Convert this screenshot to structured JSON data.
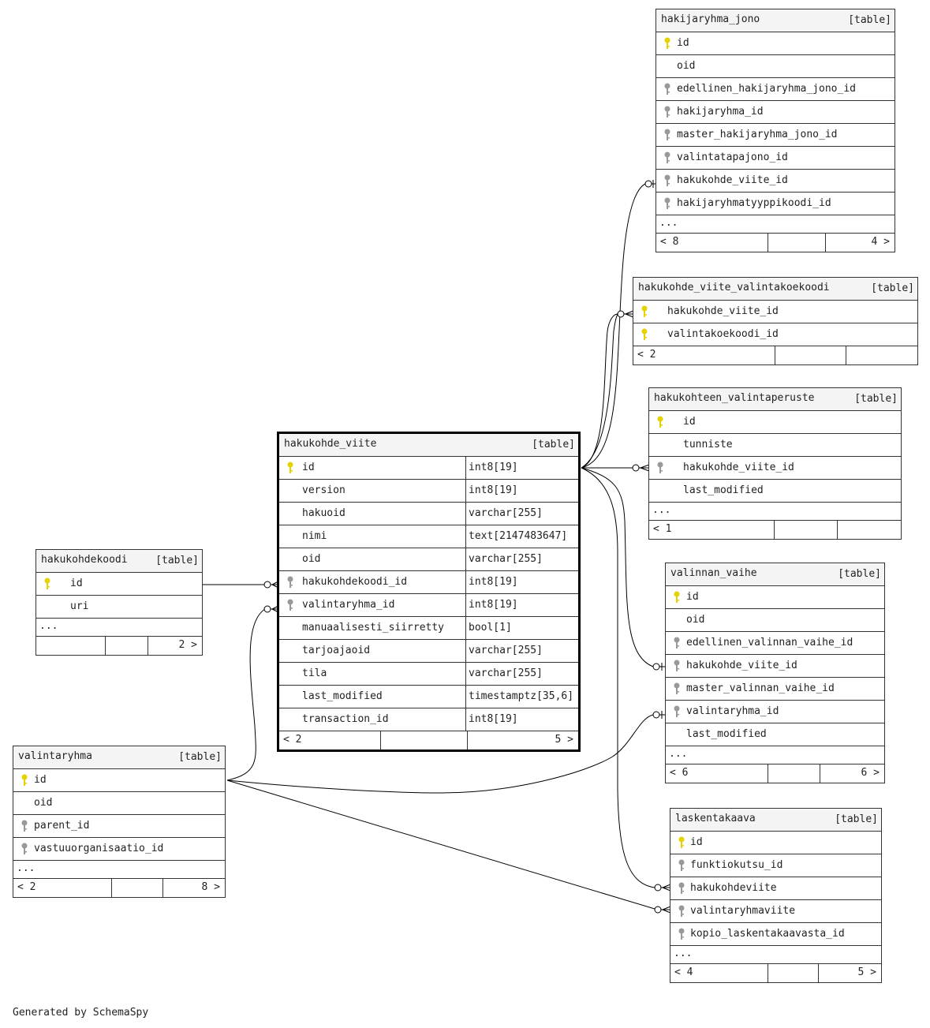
{
  "colors": {
    "primary_key": "#e6d200",
    "foreign_key": "#999999",
    "header_bg": "#f4f4f4",
    "border": "#333333",
    "edge": "#000000"
  },
  "tables": {
    "hakukohde_viite": {
      "name": "hakukohde_viite",
      "kind": "[table]",
      "columns": [
        {
          "name": "id",
          "type": "int8[19]",
          "key": "pk"
        },
        {
          "name": "version",
          "type": "int8[19]",
          "key": ""
        },
        {
          "name": "hakuoid",
          "type": "varchar[255]",
          "key": ""
        },
        {
          "name": "nimi",
          "type": "text[2147483647]",
          "key": ""
        },
        {
          "name": "oid",
          "type": "varchar[255]",
          "key": ""
        },
        {
          "name": "hakukohdekoodi_id",
          "type": "int8[19]",
          "key": "fk"
        },
        {
          "name": "valintaryhma_id",
          "type": "int8[19]",
          "key": "fk"
        },
        {
          "name": "manuaalisesti_siirretty",
          "type": "bool[1]",
          "key": ""
        },
        {
          "name": "tarjoajaoid",
          "type": "varchar[255]",
          "key": ""
        },
        {
          "name": "tila",
          "type": "varchar[255]",
          "key": ""
        },
        {
          "name": "last_modified",
          "type": "timestamptz[35,6]",
          "key": ""
        },
        {
          "name": "transaction_id",
          "type": "int8[19]",
          "key": ""
        }
      ],
      "footer": {
        "left": "< 2",
        "right": "5 >"
      }
    },
    "hakijaryhma_jono": {
      "name": "hakijaryhma_jono",
      "kind": "[table]",
      "columns": [
        {
          "name": "id",
          "key": "pk"
        },
        {
          "name": "oid",
          "key": ""
        },
        {
          "name": "edellinen_hakijaryhma_jono_id",
          "key": "fk"
        },
        {
          "name": "hakijaryhma_id",
          "key": "fk"
        },
        {
          "name": "master_hakijaryhma_jono_id",
          "key": "fk"
        },
        {
          "name": "valintatapajono_id",
          "key": "fk"
        },
        {
          "name": "hakukohde_viite_id",
          "key": "fk"
        },
        {
          "name": "hakijaryhmatyyppikoodi_id",
          "key": "fk"
        }
      ],
      "ellipsis": "...",
      "footer": {
        "left": "< 8",
        "right": "4 >"
      }
    },
    "hakukohde_viite_valintakoekoodi": {
      "name": "hakukohde_viite_valintakoekoodi",
      "kind": "[table]",
      "columns": [
        {
          "name": "hakukohde_viite_id",
          "key": "pk"
        },
        {
          "name": "valintakoekoodi_id",
          "key": "pk"
        }
      ],
      "footer": {
        "left": "< 2",
        "right": ""
      }
    },
    "hakukohteen_valintaperuste": {
      "name": "hakukohteen_valintaperuste",
      "kind": "[table]",
      "columns": [
        {
          "name": "id",
          "key": "pk"
        },
        {
          "name": "tunniste",
          "key": ""
        },
        {
          "name": "hakukohde_viite_id",
          "key": "fk"
        },
        {
          "name": "last_modified",
          "key": ""
        }
      ],
      "ellipsis": "...",
      "footer": {
        "left": "< 1",
        "right": ""
      }
    },
    "valinnan_vaihe": {
      "name": "valinnan_vaihe",
      "kind": "[table]",
      "columns": [
        {
          "name": "id",
          "key": "pk"
        },
        {
          "name": "oid",
          "key": ""
        },
        {
          "name": "edellinen_valinnan_vaihe_id",
          "key": "fk"
        },
        {
          "name": "hakukohde_viite_id",
          "key": "fk"
        },
        {
          "name": "master_valinnan_vaihe_id",
          "key": "fk"
        },
        {
          "name": "valintaryhma_id",
          "key": "fk"
        },
        {
          "name": "last_modified",
          "key": ""
        }
      ],
      "ellipsis": "...",
      "footer": {
        "left": "< 6",
        "right": "6 >"
      }
    },
    "laskentakaava": {
      "name": "laskentakaava",
      "kind": "[table]",
      "columns": [
        {
          "name": "id",
          "key": "pk"
        },
        {
          "name": "funktiokutsu_id",
          "key": "fk"
        },
        {
          "name": "hakukohdeviite",
          "key": "fk"
        },
        {
          "name": "valintaryhmaviite",
          "key": "fk"
        },
        {
          "name": "kopio_laskentakaavasta_id",
          "key": "fk"
        }
      ],
      "ellipsis": "...",
      "footer": {
        "left": "< 4",
        "right": "5 >"
      }
    },
    "hakukohdekoodi": {
      "name": "hakukohdekoodi",
      "kind": "[table]",
      "columns": [
        {
          "name": "id",
          "key": "pk"
        },
        {
          "name": "uri",
          "key": ""
        }
      ],
      "ellipsis": "...",
      "footer": {
        "left": "",
        "right": "2 >"
      }
    },
    "valintaryhma": {
      "name": "valintaryhma",
      "kind": "[table]",
      "columns": [
        {
          "name": "id",
          "key": "pk"
        },
        {
          "name": "oid",
          "key": ""
        },
        {
          "name": "parent_id",
          "key": "fk"
        },
        {
          "name": "vastuuorganisaatio_id",
          "key": "fk"
        }
      ],
      "ellipsis": "...",
      "footer": {
        "left": "< 2",
        "right": "8 >"
      }
    }
  },
  "relationships": [
    {
      "from": "hakukohdekoodi.id",
      "to": "hakukohde_viite.hakukohdekoodi_id"
    },
    {
      "from": "valintaryhma.id",
      "to": "hakukohde_viite.valintaryhma_id"
    },
    {
      "from": "hakukohde_viite.id",
      "to": "hakijaryhma_jono.hakukohde_viite_id"
    },
    {
      "from": "hakukohde_viite.id",
      "to": "hakukohde_viite_valintakoekoodi.hakukohde_viite_id"
    },
    {
      "from": "hakukohde_viite.id",
      "to": "hakukohteen_valintaperuste.hakukohde_viite_id"
    },
    {
      "from": "hakukohde_viite.id",
      "to": "valinnan_vaihe.hakukohde_viite_id"
    },
    {
      "from": "hakukohde_viite.id",
      "to": "laskentakaava.hakukohdeviite"
    },
    {
      "from": "valintaryhma.id",
      "to": "valinnan_vaihe.valintaryhma_id"
    },
    {
      "from": "valintaryhma.id",
      "to": "laskentakaava.valintaryhmaviite"
    }
  ],
  "footer_note": "Generated by SchemaSpy"
}
